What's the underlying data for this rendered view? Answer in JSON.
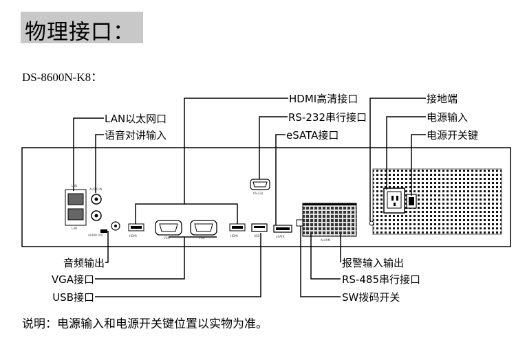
{
  "heading": "物理接口：",
  "model": "DS-8600N-K8：",
  "footnote": "说明：电源输入和电源开关键位置以实物为准。",
  "labels": {
    "lan": "LAN以太网口",
    "audio_talk_in": "语音对讲输入",
    "hdmi": "HDMI高清接口",
    "rs232": "RS-232串行接口",
    "esata": "eSATA接口",
    "ground": "接地端",
    "power_in": "电源输入",
    "power_switch": "电源开关键",
    "audio_out": "音频输出",
    "vga": "VGA接口",
    "usb": "USB接口",
    "alarm_io": "报警输入输出",
    "rs485": "RS-485串行接口",
    "sw_dip": "SW拨码开关"
  },
  "panel_marks": {
    "lan_top": "LAN",
    "audio_top": "AUDIO IN",
    "lan_bottom": "LAN",
    "audio_bottom": "AUDIO OUT",
    "hdmi1": "HDMI",
    "vga1": "VGA",
    "vga2": "VGA",
    "hdmi2": "HDMI",
    "usb": "USB",
    "esata": "eSATA",
    "rs232": "RS-232",
    "alarm": "ALARM"
  }
}
